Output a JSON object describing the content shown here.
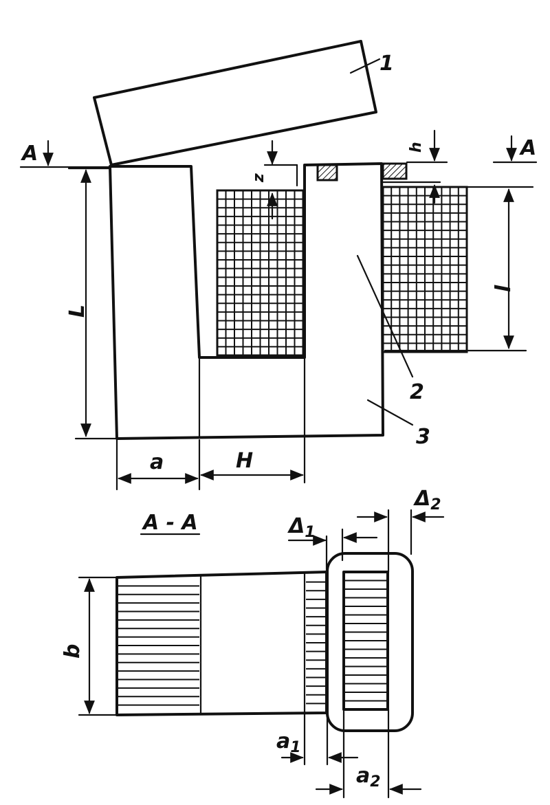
{
  "labels": {
    "part1": "1",
    "part2": "2",
    "part3": "3",
    "section_left": "A",
    "section_right": "A",
    "section_title": "A - A",
    "L": "L",
    "l": "l",
    "z": "z",
    "h": "h",
    "a": "a",
    "H": "H",
    "b": "b",
    "delta1": "Δ",
    "delta1_sub": "1",
    "delta2": "Δ",
    "delta2_sub": "2",
    "a1": "a",
    "a1_sub": "1",
    "a2": "a",
    "a2_sub": "2"
  },
  "colors": {
    "ink": "#111111",
    "paper": "#ffffff"
  }
}
